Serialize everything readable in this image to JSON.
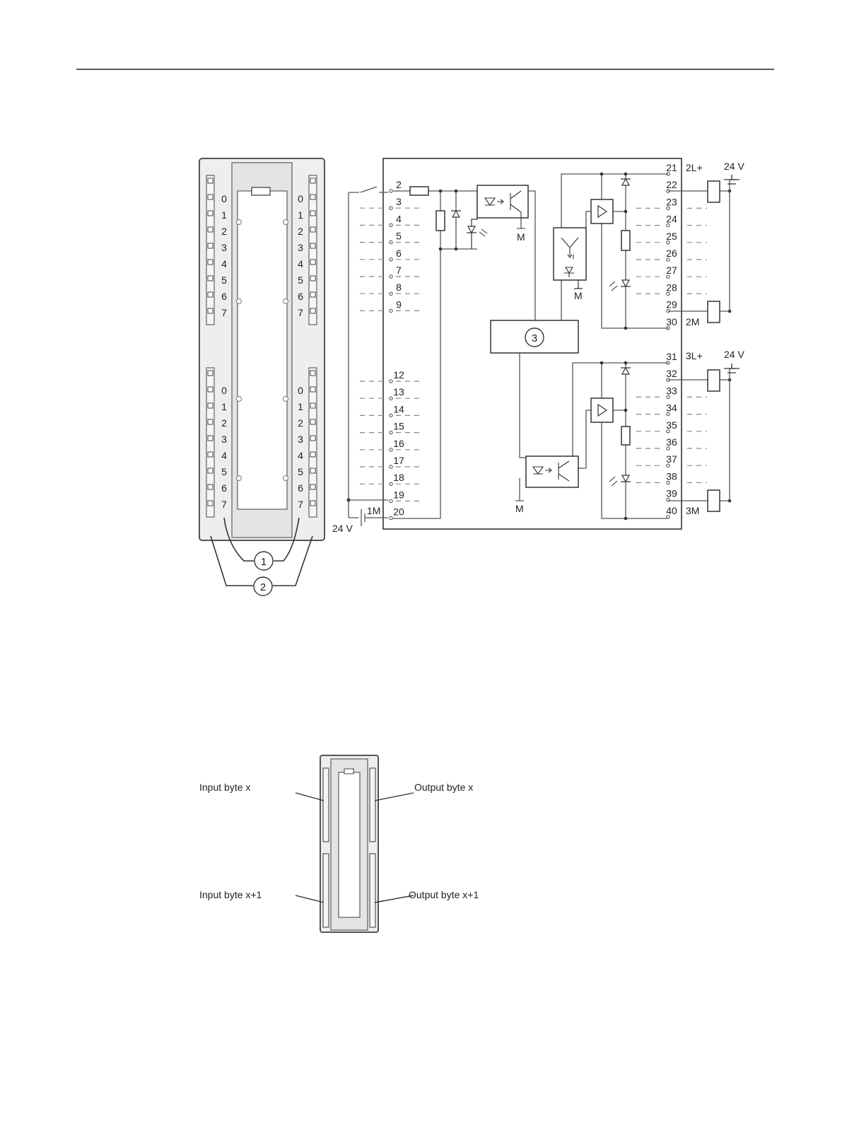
{
  "module_front": {
    "left_byte0_labels": [
      "0",
      "1",
      "2",
      "3",
      "4",
      "5",
      "6",
      "7"
    ],
    "right_byte0_labels": [
      "0",
      "1",
      "2",
      "3",
      "4",
      "5",
      "6",
      "7"
    ],
    "left_byte1_labels": [
      "0",
      "1",
      "2",
      "3",
      "4",
      "5",
      "6",
      "7"
    ],
    "right_byte1_labels": [
      "0",
      "1",
      "2",
      "3",
      "4",
      "5",
      "6",
      "7"
    ],
    "callout_1": "1",
    "callout_2": "2"
  },
  "wiring": {
    "input_terminals_a": [
      "2",
      "3",
      "4",
      "5",
      "6",
      "7",
      "8",
      "9"
    ],
    "input_terminals_b": [
      "12",
      "13",
      "14",
      "15",
      "16",
      "17",
      "18",
      "19",
      "20"
    ],
    "output_terminals_a": [
      "21",
      "22",
      "23",
      "24",
      "25",
      "26",
      "27",
      "28",
      "29",
      "30"
    ],
    "output_terminals_b": [
      "31",
      "32",
      "33",
      "34",
      "35",
      "36",
      "37",
      "38",
      "39",
      "40"
    ],
    "label_2L": "2L+",
    "label_2M": "2M",
    "label_3L": "3L+",
    "label_3M": "3M",
    "label_1M": "1M",
    "supply_top": "24 V",
    "supply_mid": "24 V",
    "supply_input": "24 V",
    "ground_m1": "M",
    "ground_m2": "M",
    "ground_m3": "M",
    "callout_3": "3"
  },
  "byte_layout": {
    "input_x": "Input byte x",
    "output_x": "Output byte x",
    "input_x1": "Input byte x+1",
    "output_x1": "Output byte x+1"
  }
}
